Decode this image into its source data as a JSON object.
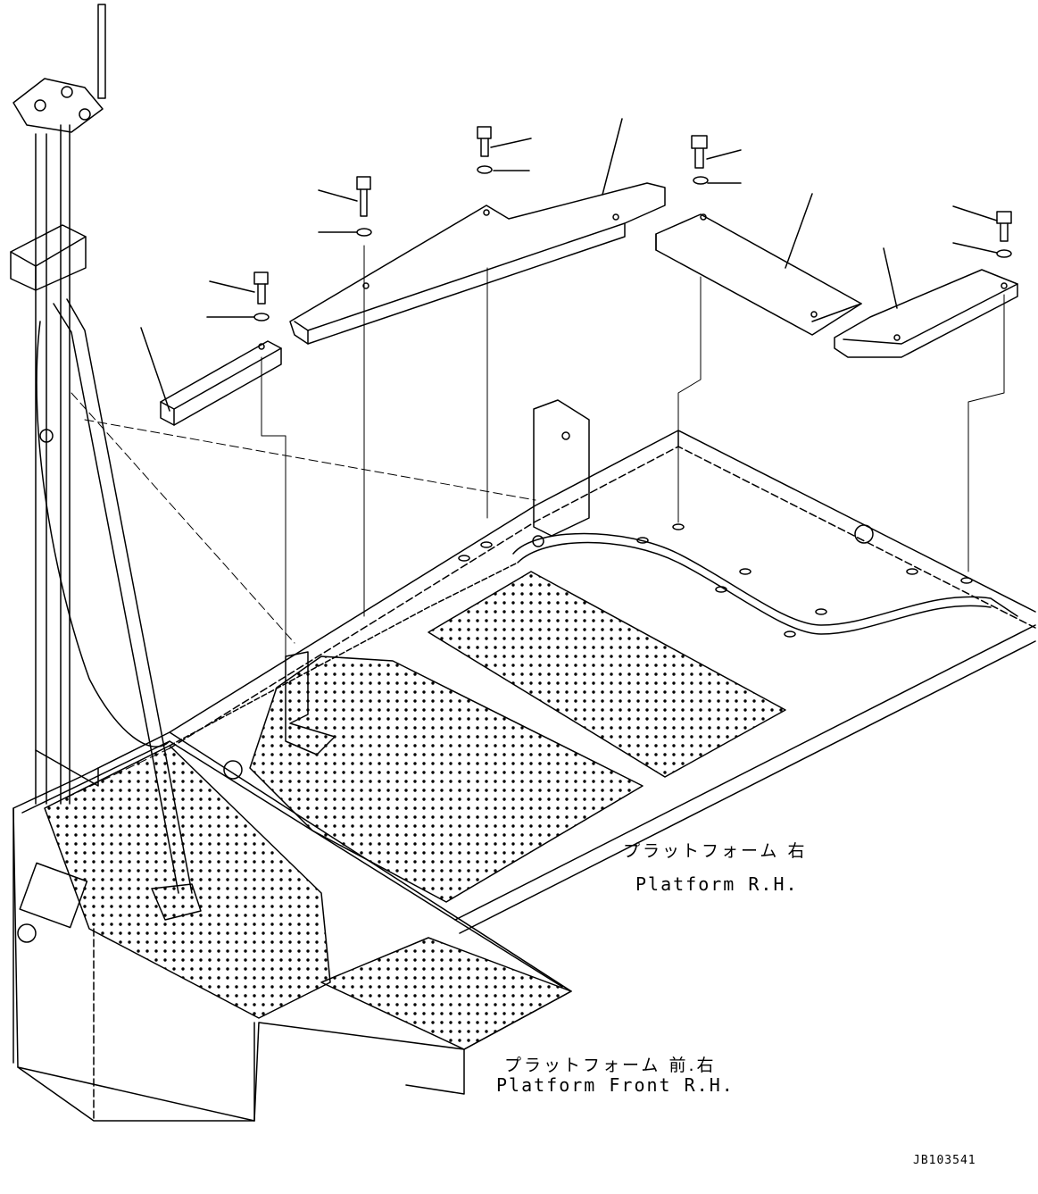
{
  "labels": {
    "platform_rh_jp": "プラットフォーム 右",
    "platform_rh_en": "Platform R.H.",
    "platform_front_rh_jp": "プラットフォーム 前.右",
    "platform_front_rh_en": "Platform Front R.H.",
    "drawing_id": "JB103541"
  },
  "colors": {
    "line": "#000000",
    "background": "#ffffff"
  }
}
